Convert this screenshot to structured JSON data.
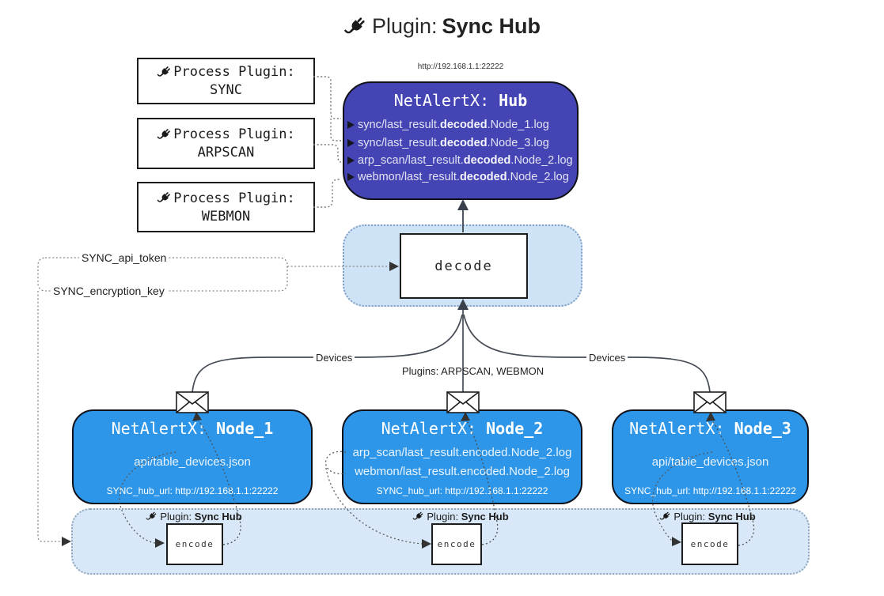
{
  "title": {
    "prefix": "Plugin: ",
    "bold": "Sync Hub"
  },
  "process_plugins": [
    {
      "label": "Process Plugin:",
      "name": "SYNC"
    },
    {
      "label": "Process Plugin:",
      "name": "ARPSCAN"
    },
    {
      "label": "Process Plugin:",
      "name": "WEBMON"
    }
  ],
  "hub": {
    "url": "http://192.168.1.1:22222",
    "title_prefix": "NetAlertX: ",
    "title_bold": "Hub",
    "lines": [
      {
        "prefix": "sync/last_result.",
        "bold": "decoded",
        "suffix": ".Node_1.log"
      },
      {
        "prefix": "sync/last_result.",
        "bold": "decoded",
        "suffix": ".Node_3.log"
      },
      {
        "prefix": "arp_scan/last_result.",
        "bold": "decoded",
        "suffix": ".Node_2.log"
      },
      {
        "prefix": "webmon/last_result.",
        "bold": "decoded",
        "suffix": ".Node_2.log"
      }
    ]
  },
  "config_labels": {
    "api_token": "SYNC_api_token",
    "encryption_key": "SYNC_encryption_key"
  },
  "decode_box": {
    "label": "decode"
  },
  "edge_labels": {
    "devices_left": "Devices",
    "devices_right": "Devices",
    "plugins": "Plugins: ARPSCAN, WEBMON"
  },
  "nodes": [
    {
      "title_prefix": "NetAlertX: ",
      "title_bold": "Node_1",
      "lines": [
        "api/table_devices.json"
      ],
      "hub_url": "SYNC_hub_url: http://192.168.1.1:22222"
    },
    {
      "title_prefix": "NetAlertX: ",
      "title_bold": "Node_2",
      "lines": [
        "arp_scan/last_result.encoded.Node_2.log",
        "webmon/last_result.encoded.Node_2.log"
      ],
      "hub_url": "SYNC_hub_url: http://192.168.1.1:22222"
    },
    {
      "title_prefix": "NetAlertX: ",
      "title_bold": "Node_3",
      "lines": [
        "api/table_devices.json"
      ],
      "hub_url": "SYNC_hub_url: http://192.168.1.1:22222"
    }
  ],
  "encode_strip": {
    "label_prefix": "Plugin: ",
    "label_bold": "Sync Hub",
    "encode_label": "encode"
  },
  "colors": {
    "hub_fill": "#4444b4",
    "node_fill": "#2e96e8",
    "bottom_strip_fill": "#d9e8f8",
    "decode_strip_fill": "#cfe3f6",
    "line": "#444444"
  }
}
